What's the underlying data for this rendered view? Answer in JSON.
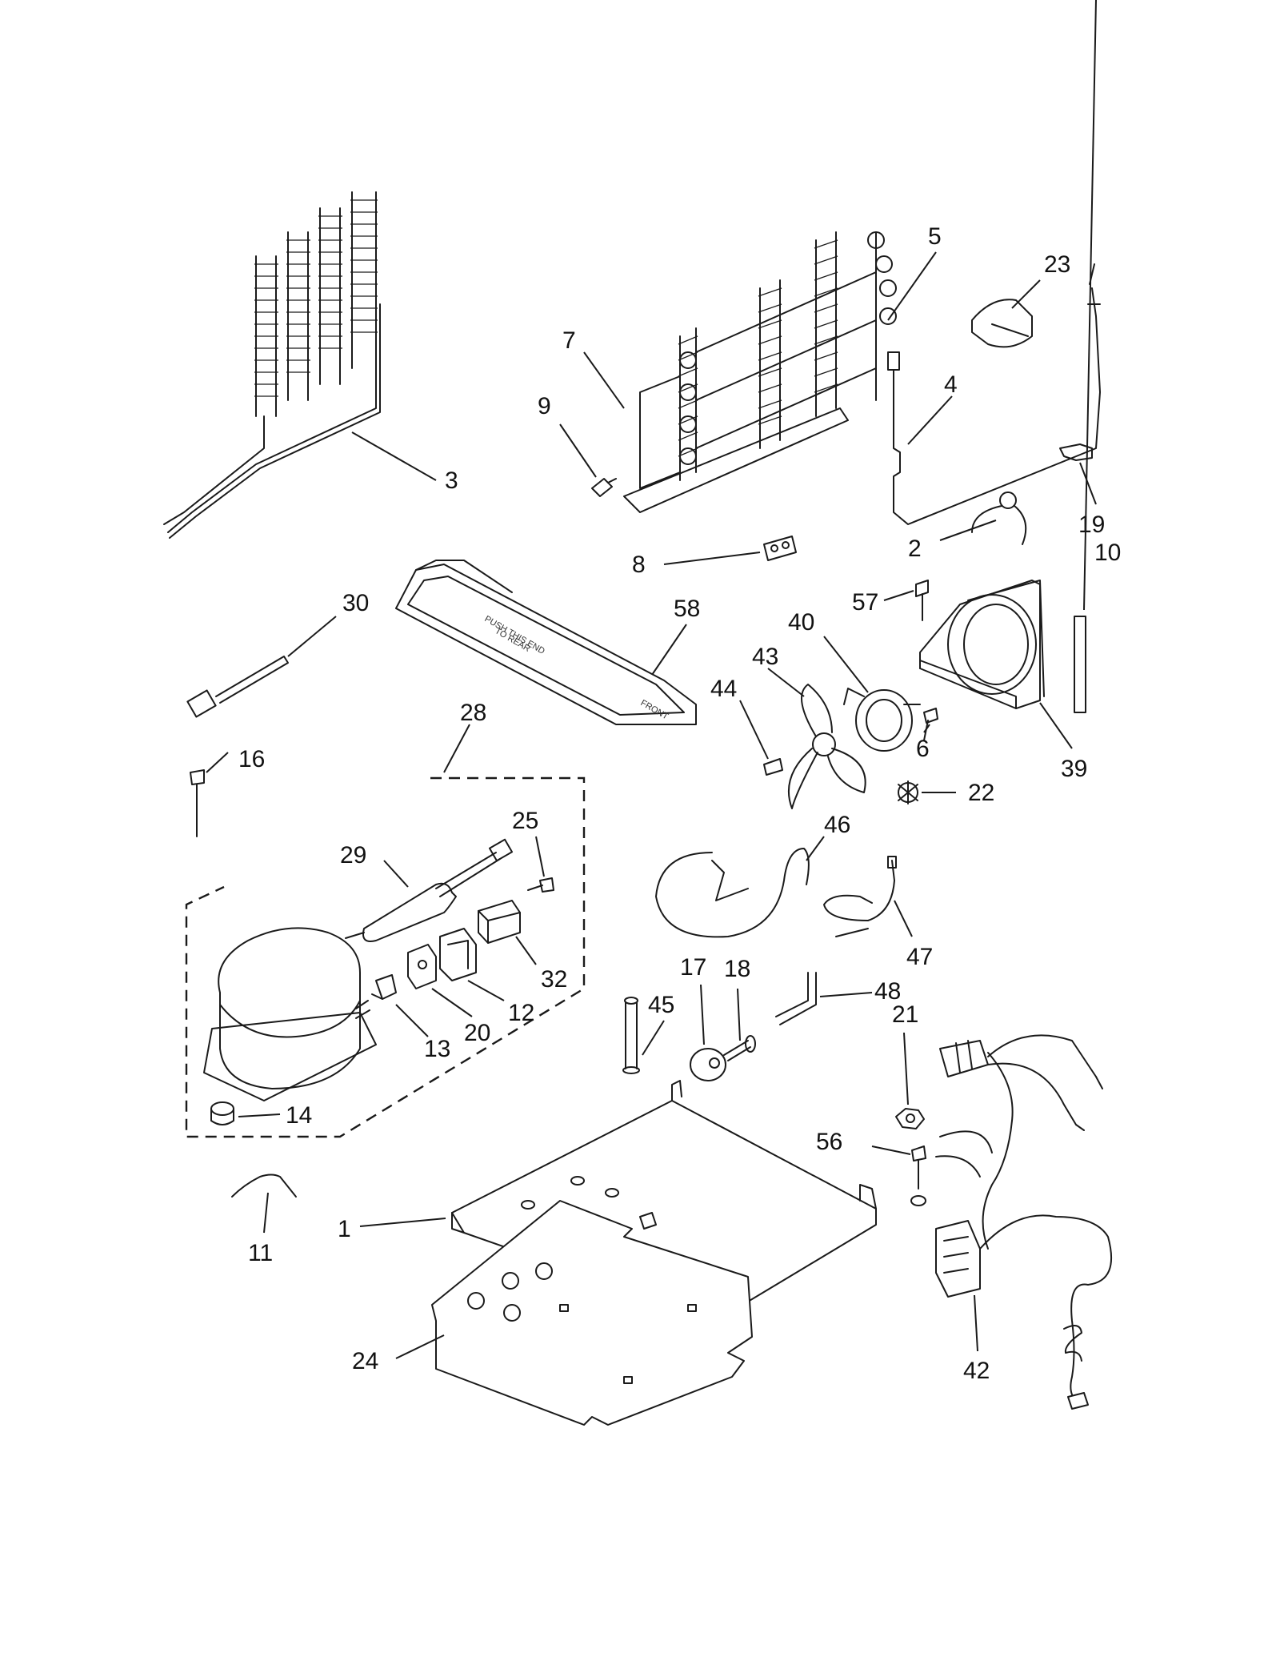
{
  "diagram": {
    "callouts": {
      "c1": "1",
      "c2": "2",
      "c3": "3",
      "c4": "4",
      "c5": "5",
      "c6": "6",
      "c7": "7",
      "c8": "8",
      "c9": "9",
      "c10": "10",
      "c11": "11",
      "c12": "12",
      "c13": "13",
      "c14": "14",
      "c16": "16",
      "c17": "17",
      "c18": "18",
      "c19": "19",
      "c20": "20",
      "c21": "21",
      "c22": "22",
      "c23": "23",
      "c24": "24",
      "c25": "25",
      "c28": "28",
      "c29": "29",
      "c30": "30",
      "c32": "32",
      "c39": "39",
      "c40": "40",
      "c42": "42",
      "c43": "43",
      "c44": "44",
      "c45": "45",
      "c46": "46",
      "c47": "47",
      "c48": "48",
      "c56": "56",
      "c57": "57",
      "c58": "58"
    },
    "tray_label_line1": "PUSH THIS END",
    "tray_label_line2": "TO REAR",
    "tray_front_label": "FRONT"
  }
}
